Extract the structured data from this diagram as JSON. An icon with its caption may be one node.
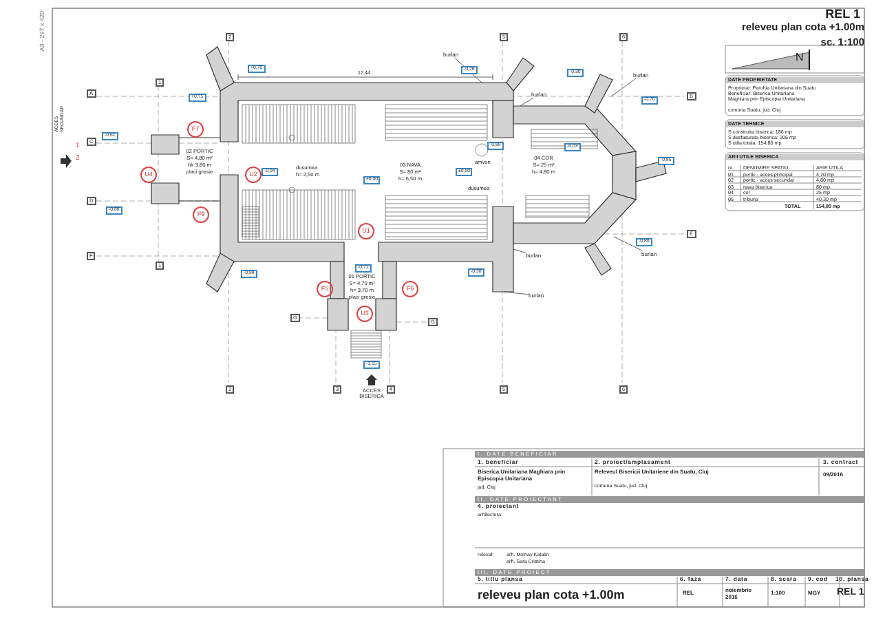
{
  "diagram": {
    "nodes": [
      {
        "text": [
          "burlan"
        ]
      },
      {
        "text": [
          "burlan"
        ]
      },
      {
        "text": [
          "burlan"
        ]
      },
      {
        "text": [
          "burlan"
        ]
      },
      {
        "text": [
          "burlan"
        ]
      },
      {
        "text": [
          "burlan"
        ]
      }
    ],
    "edges": [
      {
        "from": 0,
        "to": null,
        "arrow": "none"
      },
      {
        "from": 1,
        "to": null,
        "arrow": "none"
      },
      {
        "from": 2,
        "to": null,
        "arrow": "none"
      },
      {
        "from": 3,
        "to": null,
        "arrow": "none"
      },
      {
        "from": 4,
        "to": null,
        "arrow": "none"
      },
      {
        "from": 5,
        "to": null,
        "arrow": "none"
      }
    ],
    "labels": [
      "REL 1",
      "releveu plan cota +1.00m",
      "sc. 1:100",
      "N",
      "DATE PROPRIETATE",
      "Proprietar: Parohia Unitariana din Suatu",
      "Beneficiar: Biserica Unitariana Maghiara prin Episcopia Unitariana",
      "comuna Suatu, jud. Cluj",
      "DATE TEHNICE",
      "S construita biserica: 186 mp",
      "S desfasurata biserica: 206 mp",
      "S utila totala: 154,80 mp",
      "ARII UTILE BISERICA",
      "nr.",
      "DENUMIRE SPATIU",
      "ARIE UTILA",
      "01",
      "portic - acces principal",
      "4,70 mp",
      "02",
      "portic - acces secundar",
      "4,80 mp",
      "03",
      "nava biserica",
      "80 mp",
      "04",
      "cor",
      "25 mp",
      "05",
      "tribuna",
      "40,30 mp",
      "TOTAL",
      "154,80 mp",
      "I. DATE BENEFICIAR",
      "1. beneficiar",
      "2. proiect/amplasament",
      "3. contract",
      "Biserica Unitariana Maghiara prin Episcopia Unitariana",
      "jud. Cluj",
      "Releveul Bisericii Unitariene din Suatu, Cluj",
      "comuna Suatu, jud. Cluj",
      "09/2016",
      "II. DATE PROIECTANT",
      "4. proiectant",
      "arhitectura:",
      "relevat:",
      "arh. Molnay Katalin",
      "arh. Sara Cristina",
      "III. DATE PROIECT",
      "5. titlu plansa",
      "6. faza",
      "7. data",
      "8. scara",
      "9. cod",
      "10. plansa",
      "releveu plan cota +1.00m",
      "REL",
      "noiembrie 2016",
      "1:100",
      "MGY",
      "REL 1",
      "A3 - 297 x 420",
      "ACCES SECUNDAR",
      "1",
      "2",
      "02 PORTIC",
      "S= 4,80 m²",
      "hlr 3,80 m",
      "placi gresie",
      "dusumea",
      "h= 2,50 m",
      "03 NAVA",
      "S= 80 m²",
      "h= 6,50 m",
      "04 COR",
      "S= 25 m²",
      "h= 4,80 m",
      "dusumea",
      "amvon",
      "01 PORTIC",
      "S= 4,70 m²",
      "h= 3,70 m",
      "placi gresie",
      "ACCES BISERICA",
      "A",
      "C",
      "D",
      "F",
      "B",
      "E",
      "G",
      "G",
      "1",
      "1",
      "2",
      "2",
      "3",
      "4",
      "5",
      "5",
      "6",
      "6",
      "+0,70",
      "+0,75",
      "-0,61",
      "-0,88",
      "-0,04",
      "-0,88",
      "±0,00",
      "-0,28",
      "-0,30",
      "-0,70",
      "-0,85",
      "-0,80",
      "-0,38",
      "-0,71",
      "-1,15",
      "-0,88",
      "-0,03",
      "±0,00",
      "12,44",
      "F7",
      "F9",
      "U4",
      "U2",
      "F5",
      "U1",
      "F6",
      "U3"
    ]
  }
}
